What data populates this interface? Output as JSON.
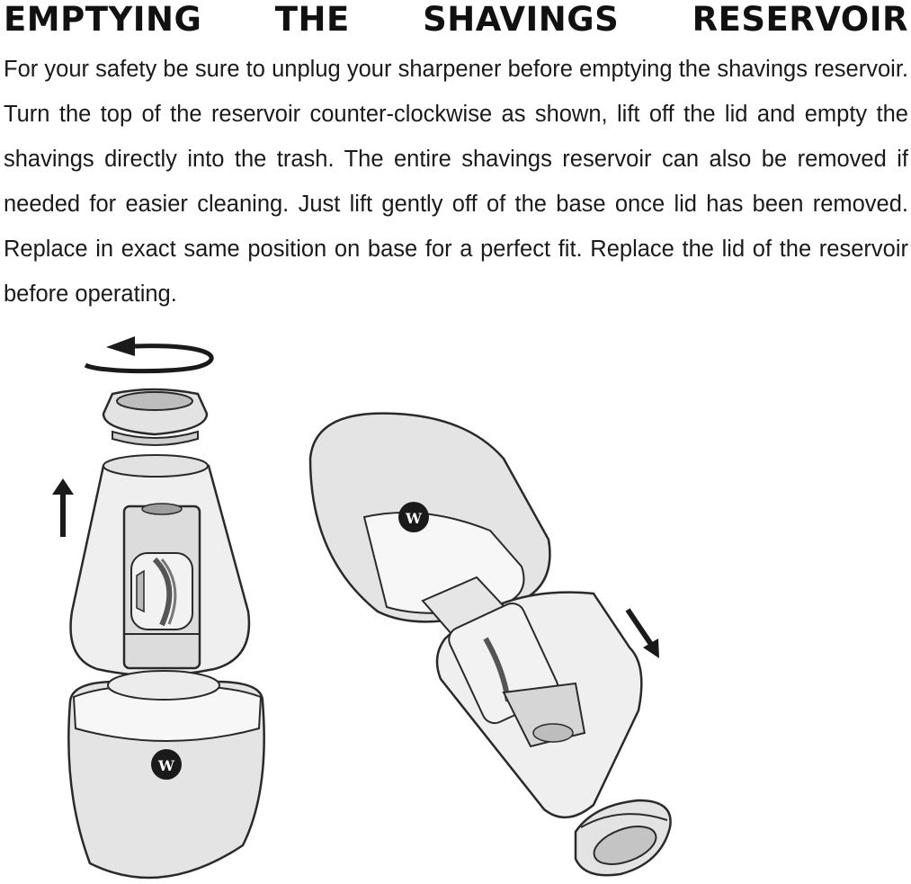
{
  "heading": {
    "words": [
      "EMPTYING",
      "THE",
      "SHAVINGS",
      "RESERVOIR"
    ]
  },
  "instructions": {
    "paragraph": "For your safety be sure to unplug your sharpener before emptying the shavings reservoir. Turn the top of the reservoir counter-clockwise as shown, lift off the lid and empty the shavings directly into the trash. The entire shavings reservoir can also be removed if needed for easier cleaning. Just lift gently off of the base once lid has been removed. Replace in exact same position on base for a perfect fit. Replace the lid of the reservoir before operating."
  },
  "illustration": {
    "logo_glyph": "W",
    "icons": [
      "counter-clockwise-arrow-icon",
      "up-arrow-icon",
      "down-right-arrow-icon"
    ],
    "colors": {
      "body": "#e6e6e6",
      "stroke": "#2a2a2a",
      "lid": "#d9d9d9",
      "logo": "#1a1a1a"
    }
  }
}
